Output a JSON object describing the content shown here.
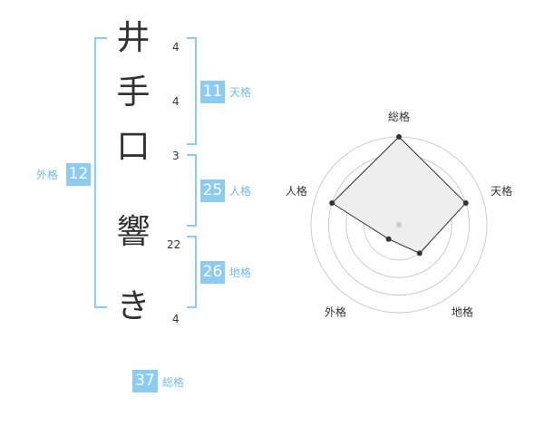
{
  "name": {
    "chars": [
      {
        "char": "井",
        "strokes": "4"
      },
      {
        "char": "手",
        "strokes": "4"
      },
      {
        "char": "口",
        "strokes": "3"
      },
      {
        "char": "響",
        "strokes": "22"
      },
      {
        "char": "き",
        "strokes": "4"
      }
    ]
  },
  "grades": {
    "tenkaku": {
      "value": "11",
      "label": "天格"
    },
    "jinkaku": {
      "value": "25",
      "label": "人格"
    },
    "chikaku": {
      "value": "26",
      "label": "地格"
    },
    "gaikaku": {
      "value": "12",
      "label": "外格"
    },
    "soukaku": {
      "value": "37",
      "label": "総格"
    }
  },
  "chart_data": {
    "type": "radar",
    "axes": [
      "総格",
      "天格",
      "地格",
      "外格",
      "人格"
    ],
    "values": [
      5,
      4,
      2,
      1,
      4
    ],
    "max": 5,
    "colors": {
      "fill": "#eeeeee",
      "line": "#333333",
      "grid": "#cccccc",
      "center": "#cccccc"
    }
  }
}
